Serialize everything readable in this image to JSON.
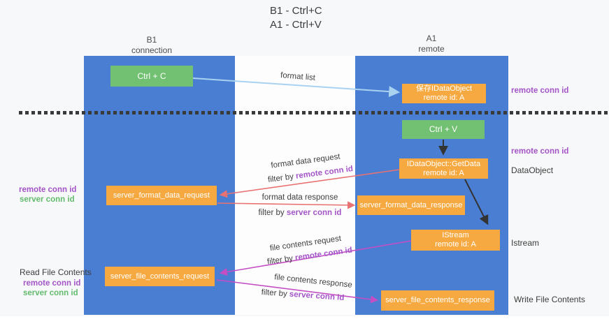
{
  "title": {
    "line1": "B1 - Ctrl+C",
    "line2": "A1 - Ctrl+V"
  },
  "lanes": {
    "left": {
      "name": "B1",
      "role": "connection"
    },
    "right": {
      "name": "A1",
      "role": "remote"
    }
  },
  "nodes": {
    "ctrl_c": {
      "label": "Ctrl + C"
    },
    "save_idataobject": {
      "line1": "保存IDataObject",
      "line2": "remote id: A"
    },
    "ctrl_v": {
      "label": "Ctrl + V"
    },
    "getdata": {
      "line1": "IDataObject::GetData",
      "line2": "remote id: A"
    },
    "format_request": {
      "label": "server_format_data_request"
    },
    "format_response": {
      "label": "server_format_data_response"
    },
    "istream": {
      "line1": "IStream",
      "line2": "remote id: A"
    },
    "file_request": {
      "label": "server_file_contents_request"
    },
    "file_response": {
      "label": "server_file_contents_response"
    }
  },
  "arrows": {
    "format_list": {
      "label": "format list"
    },
    "format_data_request": {
      "label": "format data request",
      "filter_prefix": "filter by ",
      "filter_key": "remote conn id"
    },
    "format_data_response": {
      "label": "format data response",
      "filter_prefix": "filter by ",
      "filter_key": "server conn id"
    },
    "file_contents_request": {
      "label": "file contents request",
      "filter_prefix": "filter by ",
      "filter_key": "remote conn id"
    },
    "file_contents_response": {
      "label": "file contents response",
      "filter_prefix": "filter by ",
      "filter_key": "server conn id"
    }
  },
  "side_labels": {
    "right_remote_conn_id_top": "remote conn id",
    "right_remote_conn_id_mid": "remote conn id",
    "dataobject": "DataObject",
    "istream": "Istream",
    "write_file_contents": "Write File Contents",
    "read_file_contents": "Read File Contents",
    "legend_mid": {
      "remote": "remote conn id",
      "server": "server conn id"
    },
    "legend_bottom": {
      "remote": "remote conn id",
      "server": "server conn id"
    }
  },
  "colors": {
    "lane_blue": "#4a7ed3",
    "box_green": "#72c072",
    "box_orange": "#f7a941",
    "arrow_blue": "#a9d2f0",
    "arrow_red": "#e87272",
    "arrow_magenta": "#c44fc4",
    "arrow_black": "#333333",
    "label_purple": "#a455c8",
    "label_green": "#64bb6e"
  }
}
